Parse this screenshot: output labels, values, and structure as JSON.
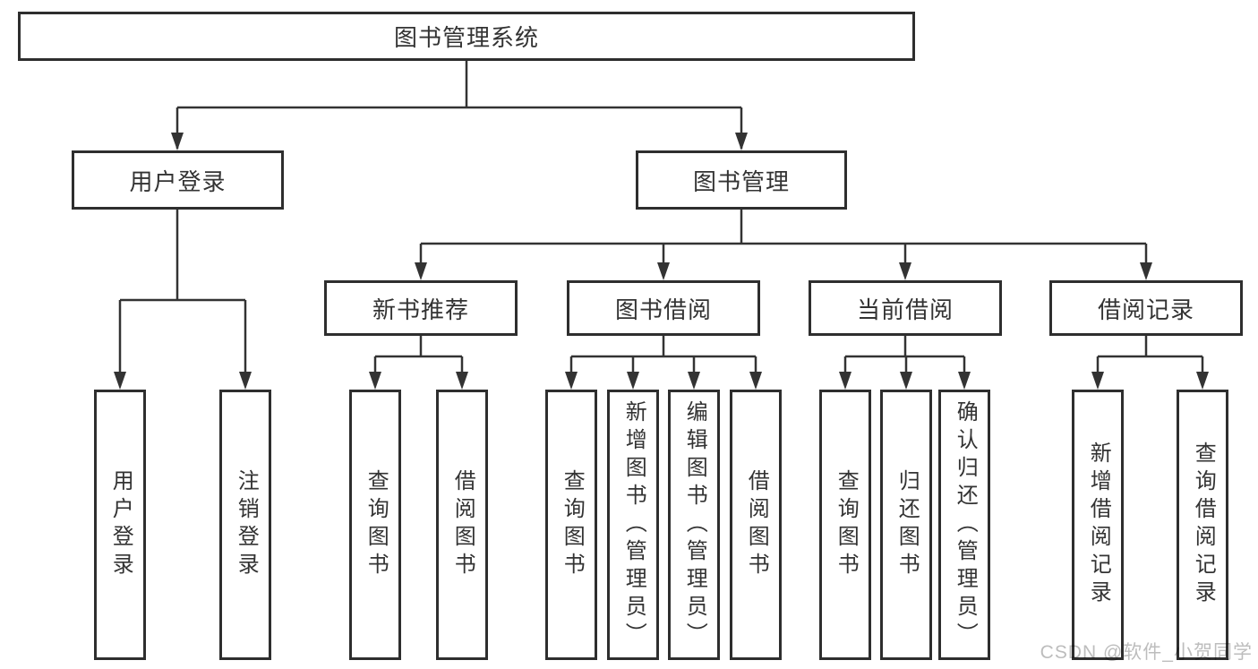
{
  "colors": {
    "line": "#333333",
    "box-border": "#2e2e2e",
    "text": "#333333",
    "watermark": "#bdbdbd"
  },
  "diagram": {
    "root": {
      "label": "图书管理系统"
    },
    "level2": [
      {
        "label": "用户登录",
        "children": [
          {
            "label": "用户登录"
          },
          {
            "label": "注销登录"
          }
        ]
      },
      {
        "label": "图书管理",
        "children": [
          {
            "label": "新书推荐",
            "children": [
              {
                "label": "查询图书"
              },
              {
                "label": "借阅图书"
              }
            ]
          },
          {
            "label": "图书借阅",
            "children": [
              {
                "label": "查询图书"
              },
              {
                "label": "新增图书（管理员）"
              },
              {
                "label": "编辑图书（管理员）"
              },
              {
                "label": "借阅图书"
              }
            ]
          },
          {
            "label": "当前借阅",
            "children": [
              {
                "label": "查询图书"
              },
              {
                "label": "归还图书"
              },
              {
                "label": "确认归还（管理员）"
              }
            ]
          },
          {
            "label": "借阅记录",
            "children": [
              {
                "label": "新增借阅记录"
              },
              {
                "label": "查询借阅记录"
              }
            ]
          }
        ]
      }
    ]
  },
  "watermark": {
    "text": "CSDN @软件_小贺同学"
  }
}
